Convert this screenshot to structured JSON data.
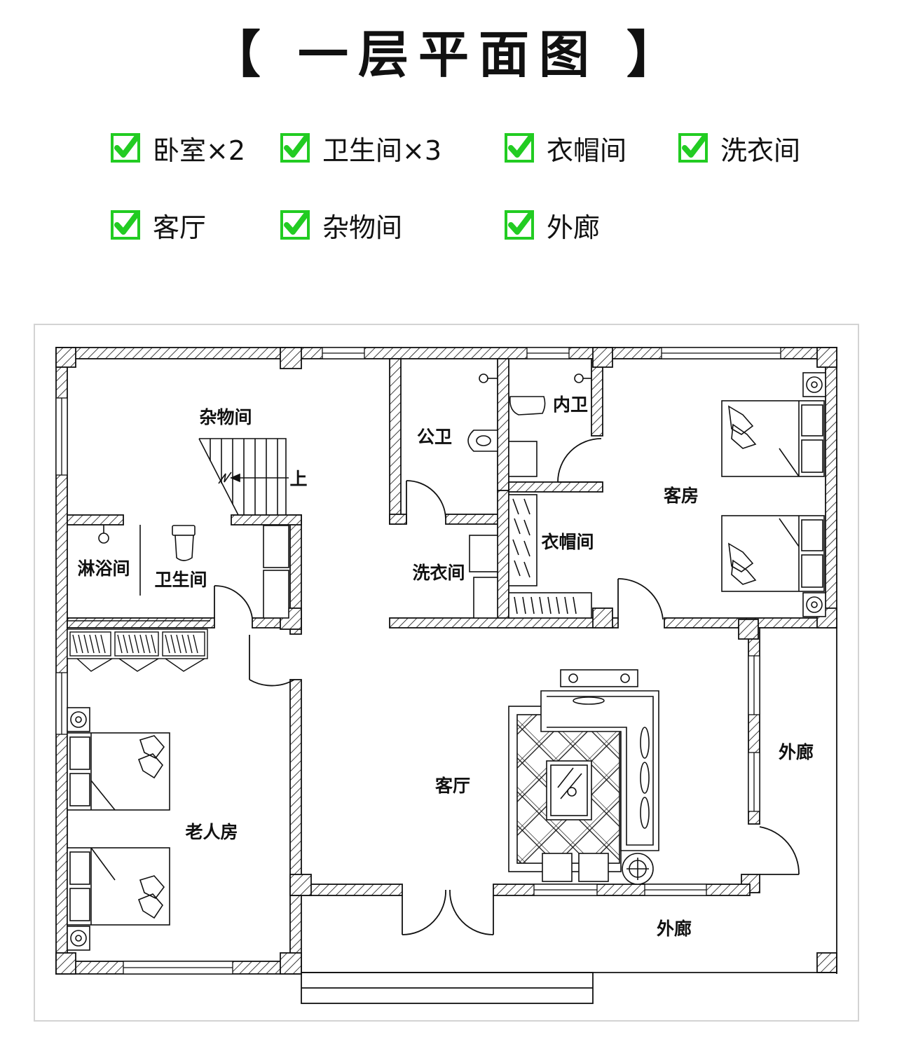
{
  "page": {
    "title": "【 一层平面图 】"
  },
  "features": [
    {
      "label": "卧室×2"
    },
    {
      "label": "卫生间×3"
    },
    {
      "label": "衣帽间"
    },
    {
      "label": "洗衣间"
    },
    {
      "label": "客厅"
    },
    {
      "label": "杂物间"
    },
    {
      "label": "外廊"
    }
  ],
  "colors": {
    "check": "#22cc22",
    "wall_line": "#111111",
    "frame": "#d3d3d3"
  },
  "plan": {
    "rooms": {
      "storage": "杂物间",
      "stair_up": "上",
      "shower": "淋浴间",
      "bathroom": "卫生间",
      "public_wc": "公卫",
      "ensuite_wc": "内卫",
      "guest_room": "客房",
      "cloakroom": "衣帽间",
      "laundry": "洗衣间",
      "living_room": "客厅",
      "elder_room": "老人房",
      "veranda_east": "外廊",
      "veranda_south": "外廊"
    }
  }
}
